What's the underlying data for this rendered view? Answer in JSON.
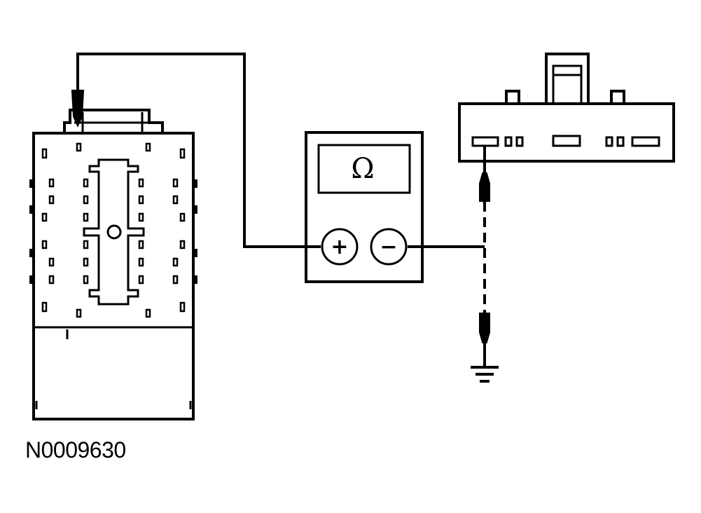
{
  "figure": {
    "id_label": "N0009630"
  },
  "meter": {
    "display_symbol": "Ω",
    "plus_label": "+",
    "minus_label": "−"
  },
  "colors": {
    "line": "#000000",
    "background": "#ffffff"
  },
  "icons": {
    "ground": "ground-symbol",
    "probe": "probe-tip"
  }
}
